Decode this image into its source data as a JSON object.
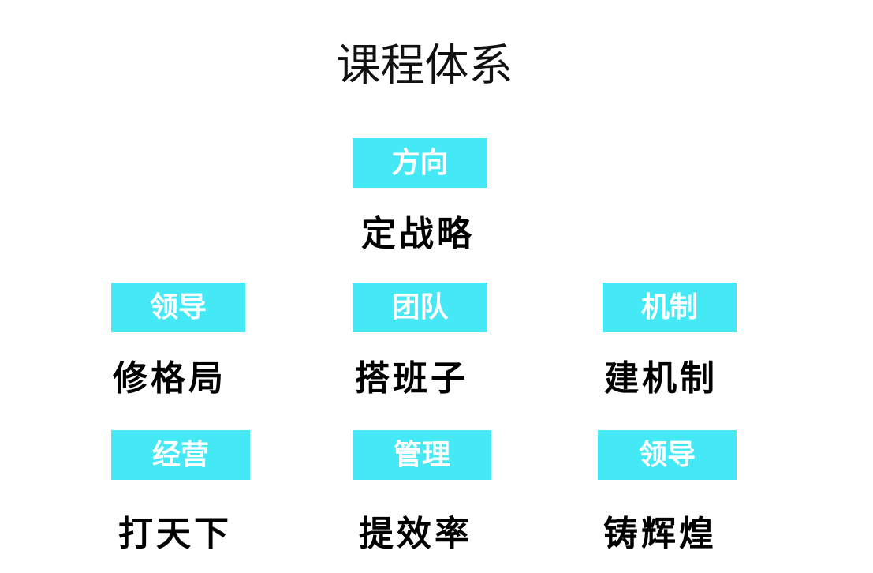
{
  "title": "课程体系",
  "items": [
    {
      "tag": "方向",
      "label": "定战略"
    },
    {
      "tag": "领导",
      "label": "修格局"
    },
    {
      "tag": "团队",
      "label": "搭班子"
    },
    {
      "tag": "机制",
      "label": "建机制"
    },
    {
      "tag": "经营",
      "label": "打天下"
    },
    {
      "tag": "管理",
      "label": "提效率"
    },
    {
      "tag": "领导",
      "label": "铸辉煌"
    }
  ],
  "colors": {
    "tag_bg": "#45E8F5"
  }
}
